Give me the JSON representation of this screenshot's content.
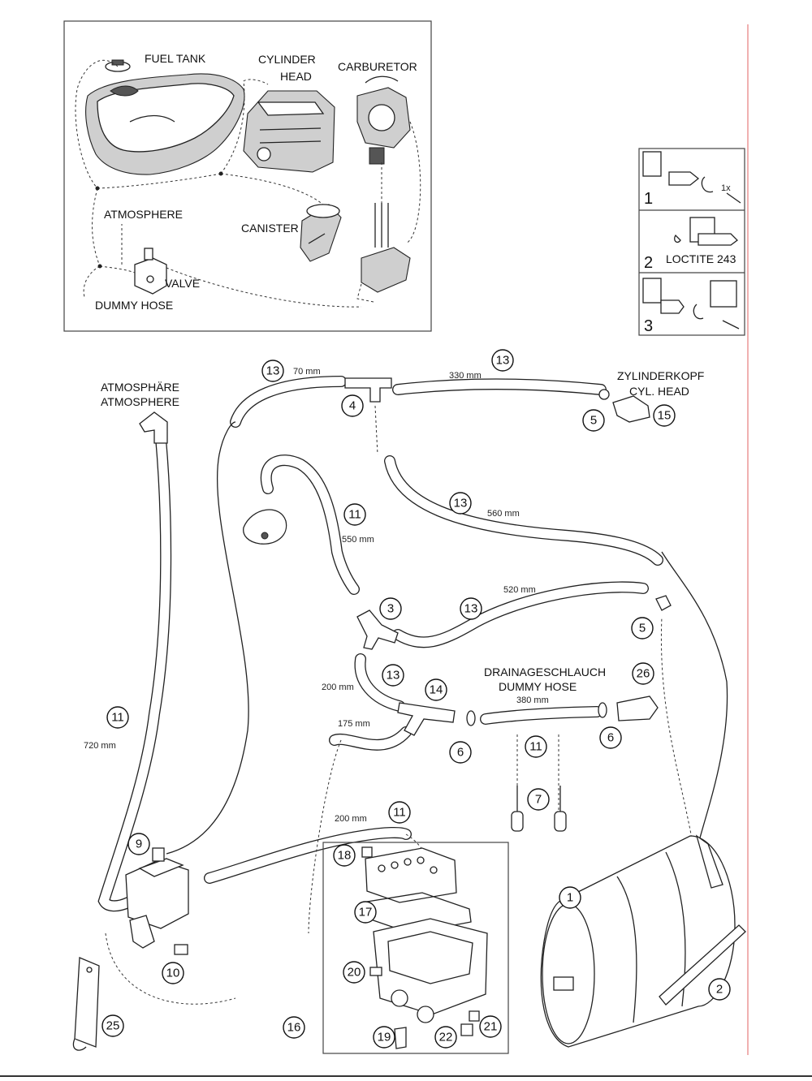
{
  "inset": {
    "labels": {
      "fuel_tank": "FUEL TANK",
      "cylinder_head_1": "CYLINDER",
      "cylinder_head_2": "HEAD",
      "carburetor": "CARBURETOR",
      "atmosphere": "ATMOSPHERE",
      "canister": "CANISTER",
      "valve": "VALVE",
      "dummy_hose": "DUMMY HOSE"
    }
  },
  "steps": [
    {
      "number": "1",
      "note": "1x"
    },
    {
      "number": "2",
      "note": "LOCTITE 243"
    },
    {
      "number": "3",
      "note": ""
    }
  ],
  "labels": {
    "atmosphaere": "ATMOSPHÄRE",
    "atmosphere": "ATMOSPHERE",
    "zylinderkopf": "ZYLINDERKOPF",
    "cyl_head": "CYL. HEAD",
    "drainageschlauch": "DRAINAGESCHLAUCH",
    "dummy_hose": "DUMMY HOSE"
  },
  "lengths": {
    "l70": "70 mm",
    "l330": "330 mm",
    "l560": "560 mm",
    "l550": "550 mm",
    "l520": "520 mm",
    "l200a": "200 mm",
    "l380": "380 mm",
    "l175": "175 mm",
    "l720": "720 mm",
    "l200b": "200 mm"
  },
  "callouts": {
    "c13a": "13",
    "c13b": "13",
    "c13c": "13",
    "c13d": "13",
    "c13e": "13",
    "c4": "4",
    "c5a": "5",
    "c5b": "5",
    "c15": "15",
    "c11a": "11",
    "c11b": "11",
    "c11c": "11",
    "c11d": "11",
    "c3": "3",
    "c14": "14",
    "c26": "26",
    "c6a": "6",
    "c6b": "6",
    "c7": "7",
    "c9": "9",
    "c10": "10",
    "c18": "18",
    "c17": "17",
    "c20": "20",
    "c16": "16",
    "c19": "19",
    "c22": "22",
    "c21": "21",
    "c1": "1",
    "c2": "2",
    "c25": "25"
  }
}
